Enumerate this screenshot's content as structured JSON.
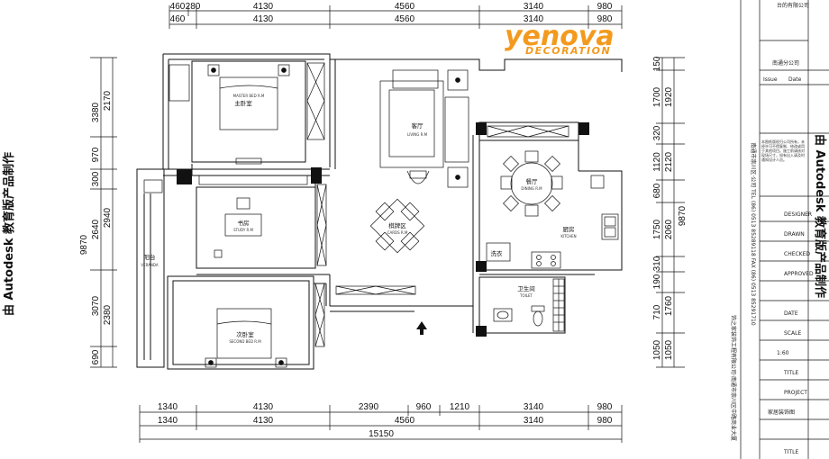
{
  "top_dims_row1": [
    "460",
    "280",
    "4130",
    "4560",
    "3140",
    "980"
  ],
  "top_dims_row2": [
    "460",
    "4130",
    "4560",
    "3140",
    "980"
  ],
  "bottom_dims_row1": [
    "1340",
    "4130",
    "2390",
    "960",
    "1210",
    "3140",
    "980"
  ],
  "bottom_dims_row2": [
    "1340",
    "4130",
    "4560",
    "3140",
    "980"
  ],
  "bottom_total": "15150",
  "left_dims_outer": [
    "3380",
    "970",
    "300",
    "2640",
    "3070",
    "690"
  ],
  "left_dims_inner": [
    "2170",
    "2940",
    "2380"
  ],
  "left_total": "9870",
  "right_dims_outer": [
    "150",
    "1700",
    "320",
    "1120",
    "680",
    "1750",
    "310",
    "190",
    "710",
    "1050"
  ],
  "right_dims_inner": [
    "1920",
    "2120",
    "2060",
    "1760",
    "1050"
  ],
  "right_total": "9870",
  "brand": {
    "name": "yenova",
    "tagline": "DECORATION"
  },
  "rooms": {
    "master_bedroom": {
      "cn": "主卧室",
      "en": "MASTER BED R.M"
    },
    "study": {
      "cn": "书房",
      "en": "STUDY R.M"
    },
    "second_bedroom": {
      "cn": "次卧室",
      "en": "SECOND BED R.M"
    },
    "veranda": {
      "cn": "阳台",
      "en": "VERANDA"
    },
    "living": {
      "cn": "客厅",
      "en": "LIVING R.M"
    },
    "leisure": {
      "cn": "棋牌区",
      "en": "CARDS R.M"
    },
    "dining": {
      "cn": "餐厅",
      "en": "DINING R.M"
    },
    "kitchen": {
      "cn": "厨房",
      "en": "KITCHEN"
    },
    "washing": {
      "cn": "洗衣",
      "en": ""
    },
    "toilet": {
      "cn": "卫生间",
      "en": "TOILET"
    }
  },
  "watermark_left": "由 Autodesk 教育版产品制作",
  "watermark_right": "由 Autodesk 教育版产品制作",
  "title_block": {
    "company_short": "南通分公司",
    "company_top": "台的有限公司",
    "side_text": "南通市崇川区·公司  TEL (86) 0513 85289118  FAX (86) 0513 85291710",
    "side_text2": "饰之家装饰工程有限公司·南通市崇川区中路商业大厦",
    "issue": "Issue",
    "date": "Date",
    "designer": "DESIGNER",
    "drawer": "DRAWN",
    "check": "CHECKED",
    "approve": "APPROVED",
    "date2": "DATE",
    "scale_label": "SCALE",
    "scale": "1:60",
    "sheet_label": "TITLE",
    "project_label": "PROJECT",
    "drawing_name": "家居装饰图",
    "drawing_label": "TITLE",
    "notes": "本图纸版权归公司所有，未经许可不得复制、修改或用于其他项目。施工前请核对现场尺寸，如有出入请及时通知设计人员。"
  }
}
